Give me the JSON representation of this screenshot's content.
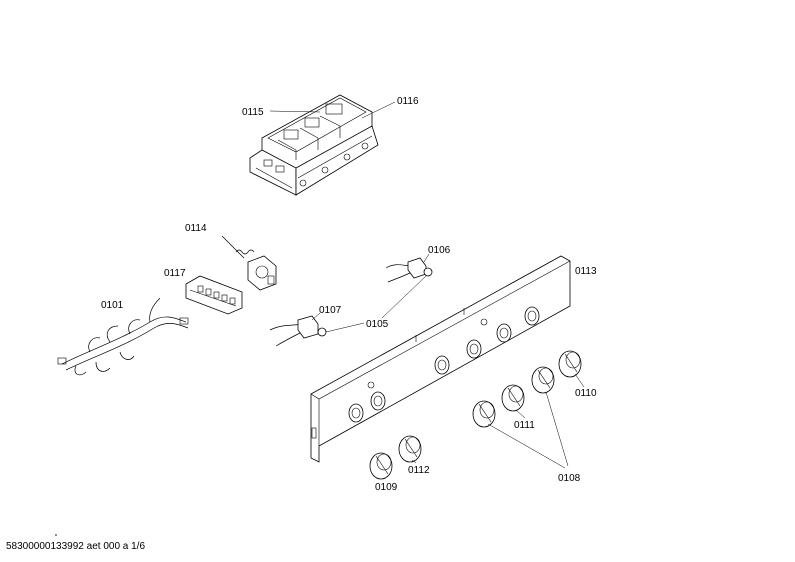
{
  "labels": {
    "p0115": "0115",
    "p0116": "0116",
    "p0114": "0114",
    "p0117": "0117",
    "p0101": "0101",
    "p0106": "0106",
    "p0113": "0113",
    "p0107": "0107",
    "p0105": "0105",
    "p0110": "0110",
    "p0111": "0111",
    "p0109": "0109",
    "p0112": "0112",
    "p0108": "0108"
  },
  "footer": {
    "doc_id": "58300000133992 aet 000 a 1/6"
  }
}
